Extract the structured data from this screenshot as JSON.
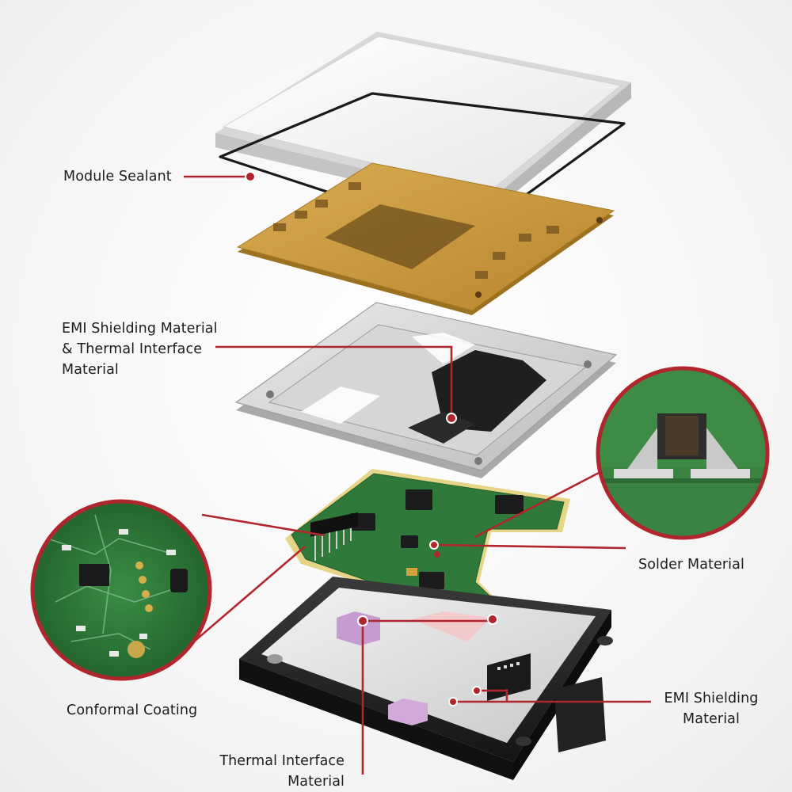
{
  "callouts": {
    "module_sealant": "Module Sealant",
    "emi_tim": [
      "EMI Shielding Material",
      "& Thermal Interface",
      "Material"
    ],
    "solder": "Solder Material",
    "conformal": "Conformal Coating",
    "emi_shielding": [
      "EMI Shielding",
      "Material"
    ],
    "thermal_interface": [
      "Thermal Interface",
      "Material"
    ]
  },
  "colors": {
    "callout_line": "#b0262c",
    "pcb_green": "#2f7a3a",
    "copper_layer": "#c89a3a",
    "housing": "#2a2a2a",
    "thermal_pad": "#c79ad1"
  }
}
